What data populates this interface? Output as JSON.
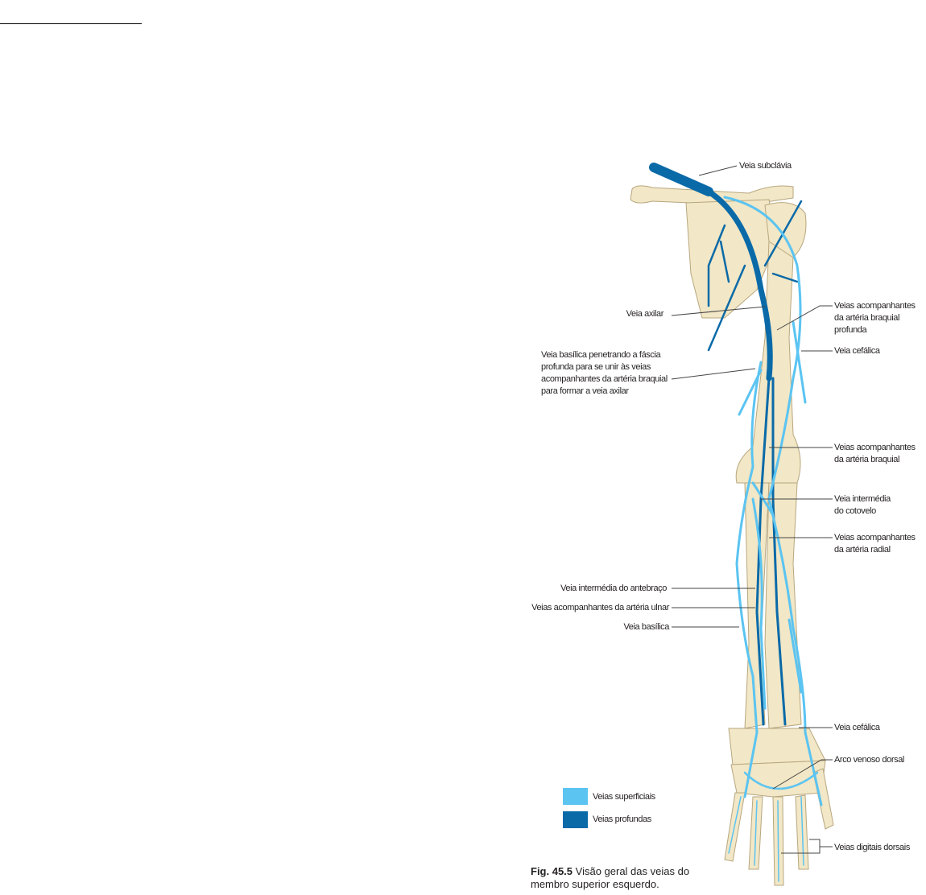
{
  "colors": {
    "superficial": "#5bc4f1",
    "deep": "#0a6aa8",
    "bone": "#f2e7c6",
    "bone_edge": "#b7a77f"
  },
  "labels": {
    "subclavian": "Veia subclávia",
    "axillary": "Veia axilar",
    "basilic_penetrating": [
      "Veia basílica penetrando a fáscia",
      "profunda para se unir às veias",
      "acompanhantes da artéria braquial",
      "para formar a veia axilar"
    ],
    "deep_brachial": [
      "Veias acompanhantes",
      "da artéria braquial",
      "profunda"
    ],
    "cephalic_upper": "Veia cefálica",
    "brachial": [
      "Veias acompanhantes",
      "da artéria braquial"
    ],
    "median_cubital": [
      "Veia intermédia",
      "do cotovelo"
    ],
    "radial": [
      "Veias acompanhantes",
      "da artéria radial"
    ],
    "median_forearm": "Veia intermédia do antebraço",
    "ulnar": "Veias acompanhantes da artéria ulnar",
    "basilic": "Veia basílica",
    "cephalic_lower": "Veia cefálica",
    "dorsal_arch": "Arco venoso dorsal",
    "dorsal_digital": "Veias digitais dorsais"
  },
  "legend": [
    {
      "label": "Veias superficiais",
      "color": "#5bc4f1"
    },
    {
      "label": "Veias profundas",
      "color": "#0a6aa8"
    }
  ],
  "caption": {
    "fig": "Fig. 45.5",
    "text": " Visão geral das veias do",
    "text2": "membro superior esquerdo."
  }
}
